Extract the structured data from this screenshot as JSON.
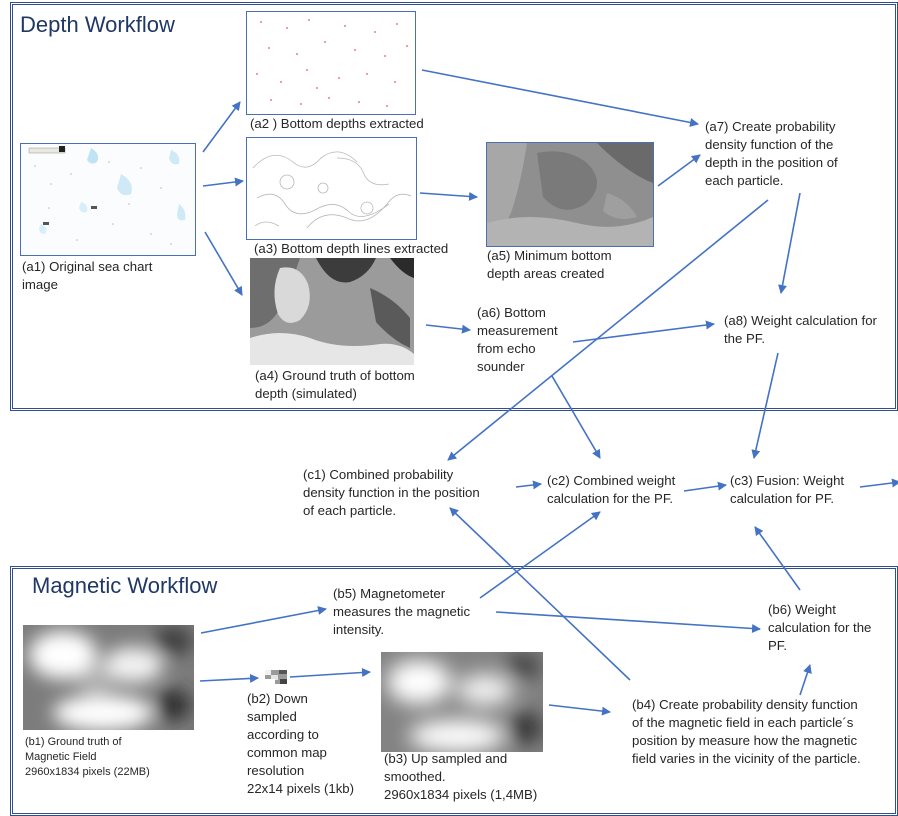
{
  "depth": {
    "title": "Depth Workflow",
    "a1": "(a1) Original sea chart image",
    "a2": "(a2 ) Bottom depths extracted",
    "a3": "(a3) Bottom depth lines extracted",
    "a4": "(a4) Ground truth of bottom depth (simulated)",
    "a5": "(a5) Minimum bottom depth areas created",
    "a6": "(a6) Bottom measurement from echo sounder",
    "a7": "(a7) Create probability density function of the depth in the position of each particle.",
    "a8": "(a8) Weight calculation for the PF."
  },
  "combined": {
    "c1": "(c1) Combined probability density function in the position of each particle.",
    "c2": "(c2) Combined weight calculation for the PF.",
    "c3": "(c3) Fusion: Weight calculation for PF."
  },
  "magnetic": {
    "title": "Magnetic Workflow",
    "b1_line1": "(b1) Ground truth of",
    "b1_line2": "Magnetic Field",
    "b1_line3": "2960x1834 pixels (22MB)",
    "b2": "(b2) Down sampled according to common map resolution",
    "b2_size": "22x14 pixels (1kb)",
    "b3": "(b3) Up sampled and smoothed.",
    "b3_size": "2960x1834 pixels (1,4MB)",
    "b4": "(b4) Create probability density function of the magnetic field in each particle´s position by measure how the magnetic field varies in the vicinity of the particle.",
    "b5": "(b5) Magnetometer measures the magnetic intensity.",
    "b6": "(b6) Weight calculation for the PF."
  },
  "colors": {
    "arrow": "#4472c4",
    "frame": "#2f4f8f",
    "title": "#1f3864"
  }
}
